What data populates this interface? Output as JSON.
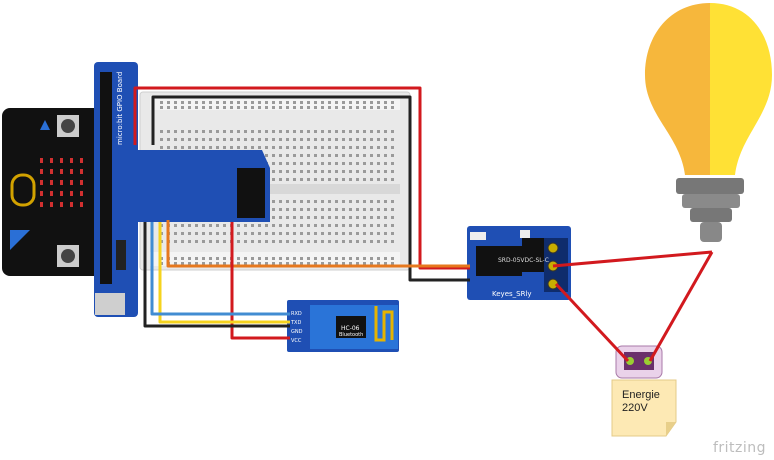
{
  "microbit": {
    "label": "micro:bit GPIO Board"
  },
  "relay": {
    "model": "SRD-05VDC-SL-C",
    "brand": "Keyes_SRly"
  },
  "bluetooth": {
    "label": "HC-06",
    "sub": "Bluetooth",
    "pins": [
      "RXD",
      "TXD",
      "GND",
      "VCC"
    ]
  },
  "power": {
    "label_line1": "Energie",
    "label_line2": "220V"
  },
  "watermark": "fritzing",
  "colors": {
    "wire_red": "#d2191e",
    "wire_black": "#222222",
    "wire_yellow": "#f5d31e",
    "wire_blue": "#418cd2",
    "wire_orange": "#e6781e",
    "relay_blue": "#1f4fb4",
    "bulb_yellow": "#ffe135",
    "bulb_shadow": "#f6b73c",
    "breadboard": "#e9e9e9"
  }
}
